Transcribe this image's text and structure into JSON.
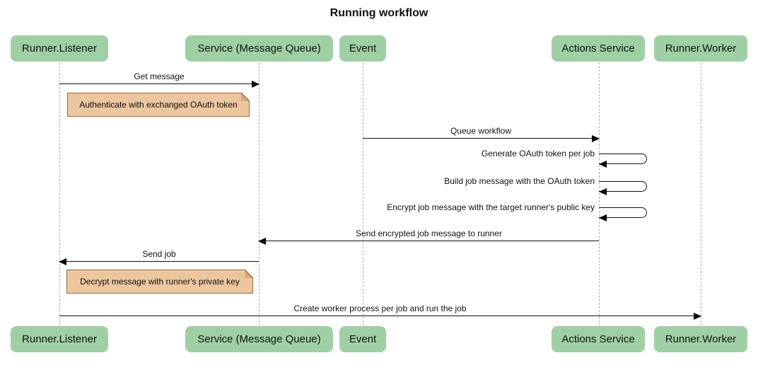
{
  "title": "Running workflow",
  "colors": {
    "actor_fill": "#9ed0a4",
    "note_fill": "#ebc69e",
    "note_border": "#9a6b3f",
    "lifeline": "#b1b1b1",
    "arrow": "#000000",
    "background": "#ffffff"
  },
  "actors": [
    {
      "label": "Runner.Listener"
    },
    {
      "label": "Service (Message Queue)"
    },
    {
      "label": "Event"
    },
    {
      "label": "Actions Service"
    },
    {
      "label": "Runner.Worker"
    }
  ],
  "messages": [
    {
      "type": "arrow",
      "from": "Runner.Listener",
      "to": "Service (Message Queue)",
      "label": "Get message"
    },
    {
      "type": "note",
      "over": "Runner.Listener / Service (Message Queue)",
      "label": "Authenticate with exchanged OAuth token"
    },
    {
      "type": "arrow",
      "from": "Event",
      "to": "Actions Service",
      "label": "Queue workflow"
    },
    {
      "type": "self",
      "actor": "Actions Service",
      "label": "Generate OAuth token per job"
    },
    {
      "type": "self",
      "actor": "Actions Service",
      "label": "Build job message with the OAuth token"
    },
    {
      "type": "self",
      "actor": "Actions Service",
      "label": "Encrypt job message with the target runner's public key"
    },
    {
      "type": "arrow",
      "from": "Actions Service",
      "to": "Service (Message Queue)",
      "label": "Send encrypted job message to runner"
    },
    {
      "type": "arrow",
      "from": "Service (Message Queue)",
      "to": "Runner.Listener",
      "label": "Send job"
    },
    {
      "type": "note",
      "over": "Runner.Listener / Service (Message Queue)",
      "label": "Decrypt message with runner's private key"
    },
    {
      "type": "arrow",
      "from": "Runner.Listener",
      "to": "Runner.Worker",
      "label": "Create worker process per job and run the job"
    }
  ]
}
